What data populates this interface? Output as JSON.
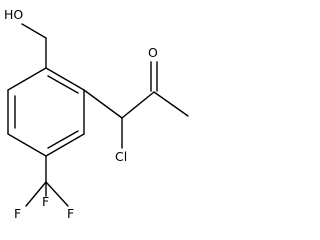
{
  "structure": {
    "labels": {
      "hydroxyl": "HO",
      "carbonyl_oxygen": "O",
      "chlorine": "Cl",
      "fluorine_top": "F",
      "fluorine_left": "F",
      "fluorine_right": "F"
    }
  }
}
